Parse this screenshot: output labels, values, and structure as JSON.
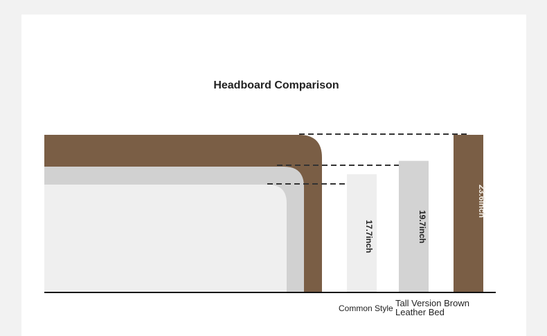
{
  "title": "Headboard Comparison",
  "colors": {
    "brown": "#7a5e45",
    "tall_grey": "#d1d1d1",
    "common_grey": "#efefef",
    "bar_common": "#eeeeee",
    "bar_tall": "#d3d3d3",
    "bar_brown": "#7a5e45",
    "baseline": "#111111",
    "dash": "#333333"
  },
  "bars": [
    {
      "id": "common",
      "height_inch": 17.7,
      "label": "17.7inch"
    },
    {
      "id": "tall",
      "height_inch": 19.7,
      "label": "19.7inch"
    },
    {
      "id": "brown",
      "height_inch": 23.6,
      "label": "23.6inch"
    }
  ],
  "labels": {
    "common": "Common Style",
    "tall_line1": "Tall Version Brown",
    "tall_line2": "Leather Bed"
  }
}
